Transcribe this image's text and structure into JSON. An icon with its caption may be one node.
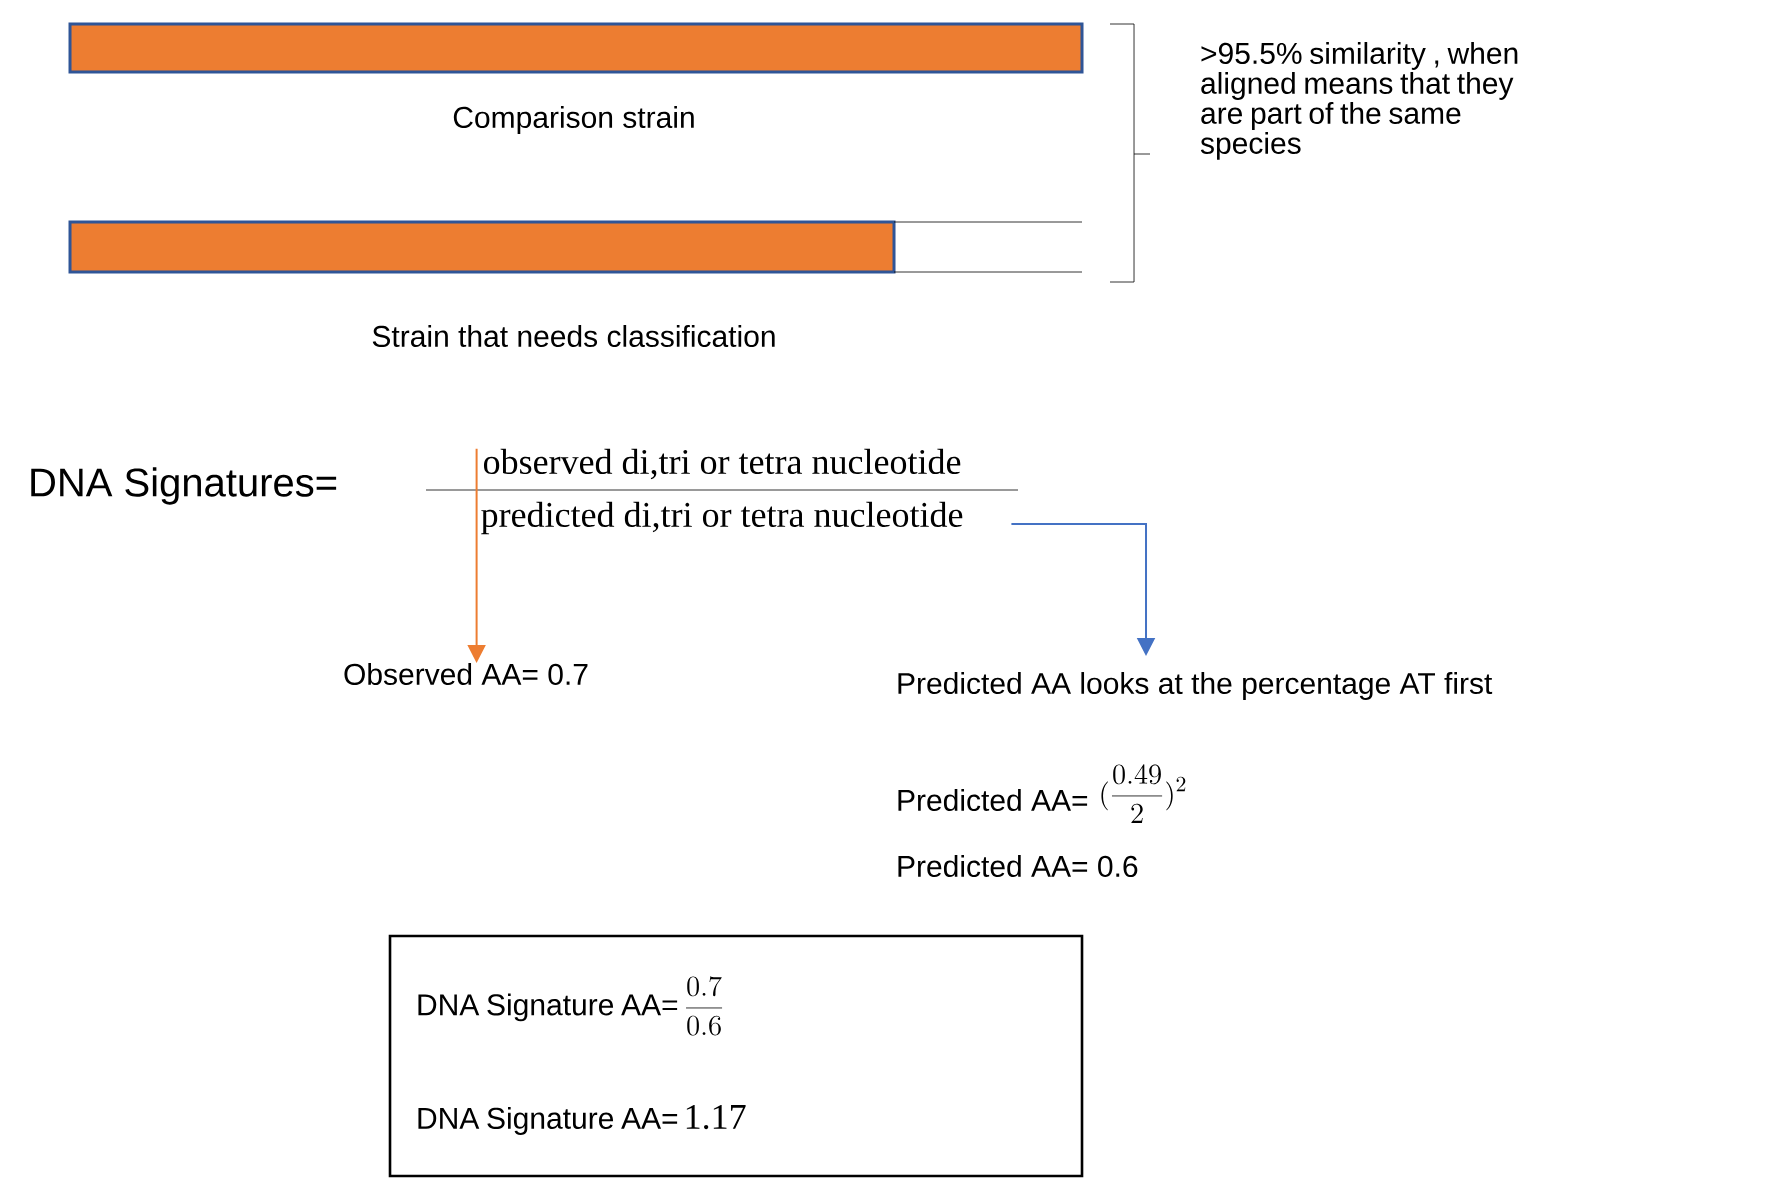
{
  "diagram": {
    "nodes": [
      {
        "text": [
          "observed di,tri or tetra nucleotide"
        ]
      },
      {
        "text": [
          "predicted di,tri or tetra nucleotide"
        ]
      },
      {
        "text": [
          "Observed  AA= 0.7"
        ]
      },
      {
        "text": [
          "Predicted AA looks at the percentage AT first"
        ]
      },
      {
        "text": [
          "DNA Signature AA=",
          "\\frac{0.7}{0.6}",
          "DNA Signature AA=",
          "1.17"
        ]
      }
    ],
    "edges": [
      {
        "from": 0,
        "to": 2,
        "arrow": "to",
        "color": "#ed7d31"
      },
      {
        "from": 1,
        "to": 3,
        "arrow": "to",
        "color": "#4472c4"
      }
    ],
    "labels": [
      "Comparison strain",
      "Strain that needs classification",
      ">95.5% similarity , when aligned means that they are part of the same species",
      "DNA Signatures=",
      "Predicted AA=",
      "(\\frac{0.49}{2})^2",
      "Predicted AA= 0.6"
    ]
  }
}
